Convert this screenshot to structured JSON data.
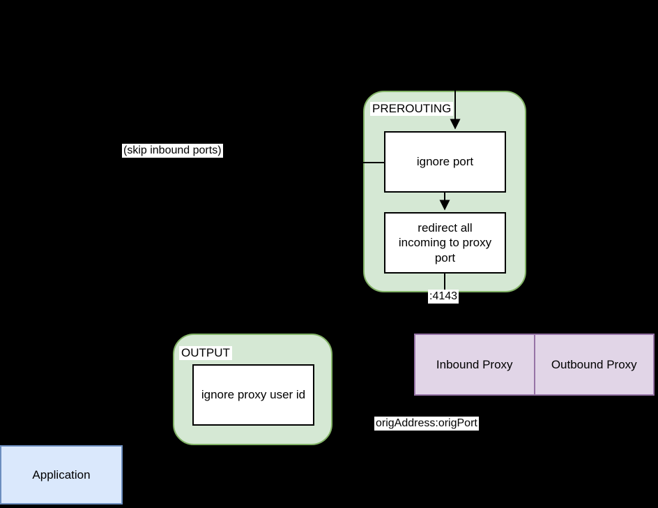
{
  "diagram": {
    "prerouting_chain": {
      "title": "PREROUTING",
      "nodes": [
        {
          "label": "ignore port"
        },
        {
          "label": "redirect all incoming to proxy port"
        }
      ],
      "outgoing_port_label": ":4143"
    },
    "output_chain": {
      "title": "OUTPUT",
      "nodes": [
        {
          "label": "ignore proxy user id"
        }
      ]
    },
    "proxy_container": {
      "cells": [
        {
          "label": "Inbound Proxy"
        },
        {
          "label": "Outbound Proxy"
        }
      ]
    },
    "application_node": {
      "label": "Application"
    },
    "floating_labels": {
      "skip_inbound_ports": "(skip inbound ports)",
      "orig_address_port": "origAddress:origPort"
    },
    "colors": {
      "background": "#000000",
      "chain_fill": "#d5e8d4",
      "chain_stroke": "#82b366",
      "proxy_fill": "#e1d5e7",
      "proxy_stroke": "#9673a6",
      "application_fill": "#dae8fc",
      "application_stroke": "#6c8ebf",
      "node_fill": "#ffffff",
      "edge_color": "#000000"
    }
  }
}
